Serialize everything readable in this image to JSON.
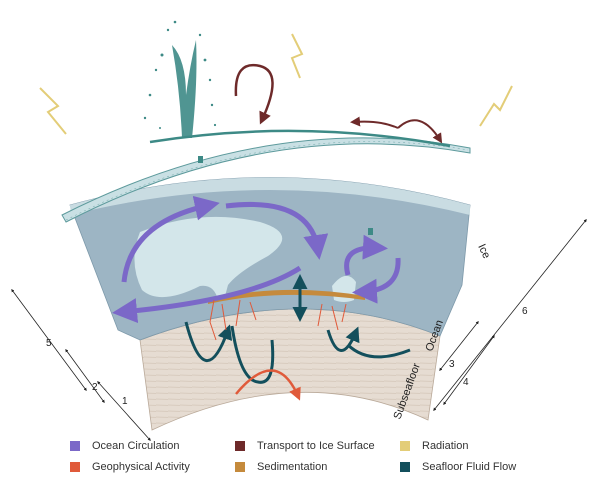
{
  "layers": {
    "ice": "Ice",
    "ocean": "Ocean",
    "subseafloor": "Subseafloor"
  },
  "scale_markers": [
    "1",
    "2",
    "3",
    "4",
    "5",
    "6"
  ],
  "legend": [
    {
      "label": "Ocean Circulation",
      "color": "#7b68c8"
    },
    {
      "label": "Transport to Ice Surface",
      "color": "#6e2a2a"
    },
    {
      "label": "Radiation",
      "color": "#e3cd78"
    },
    {
      "label": "Geophysical Activity",
      "color": "#e05a3a"
    },
    {
      "label": "Sedimentation",
      "color": "#c58a3c"
    },
    {
      "label": "Seafloor Fluid Flow",
      "color": "#134f5c"
    }
  ],
  "colors": {
    "ice_shell": "#c9e0e4",
    "ocean": "#9db5c4",
    "subseafloor": "#e6dcd2",
    "plume": "#3d8a86"
  }
}
